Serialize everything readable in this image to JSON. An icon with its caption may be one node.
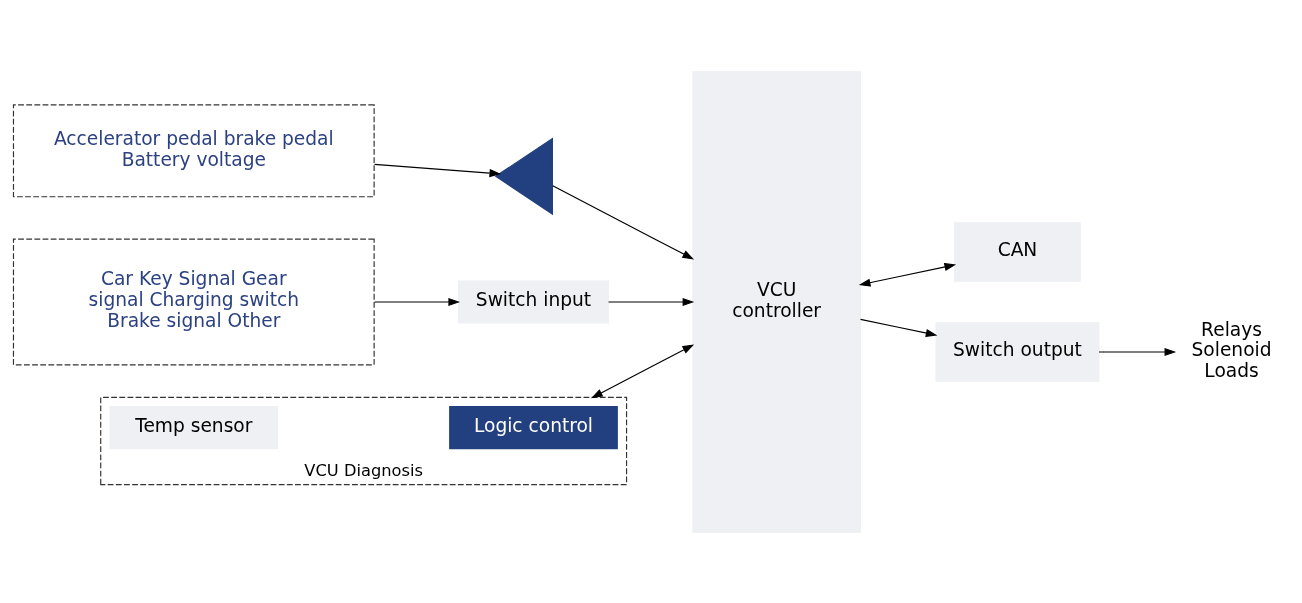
{
  "diagram": {
    "nodes": [
      {
        "text": [
          "Accelerator pedal brake pedal Battery voltage"
        ]
      },
      {
        "text": [],
        "shape": "triangle"
      },
      {
        "text": [
          "VCU controller"
        ]
      },
      {
        "text": [
          "Car Key Signal Gear signal Charging switch Brake signal Other"
        ]
      },
      {
        "text": [
          "Switch input"
        ]
      },
      {
        "text": [
          "CAN"
        ]
      },
      {
        "text": [
          "VCU Diagnosis"
        ]
      },
      {
        "text": [
          "Temp sensor"
        ],
        "in": 6
      },
      {
        "text": [
          "Logic control"
        ],
        "in": 6
      },
      {
        "text": [
          "Switch output"
        ]
      },
      {
        "text": [
          "Relays Solenoid Loads"
        ]
      }
    ],
    "edges": [
      {
        "from": 0,
        "to": 1,
        "arrow": "to"
      },
      {
        "from": 1,
        "to": 2,
        "arrow": "to"
      },
      {
        "from": 3,
        "to": 4,
        "arrow": "to"
      },
      {
        "from": 4,
        "to": 2,
        "arrow": "to"
      },
      {
        "from": 2,
        "to": 5,
        "arrow": "both"
      },
      {
        "from": 6,
        "to": 2,
        "arrow": "both"
      },
      {
        "from": 2,
        "to": 9,
        "arrow": "to"
      },
      {
        "from": 9,
        "to": 10,
        "arrow": "to"
      }
    ]
  }
}
